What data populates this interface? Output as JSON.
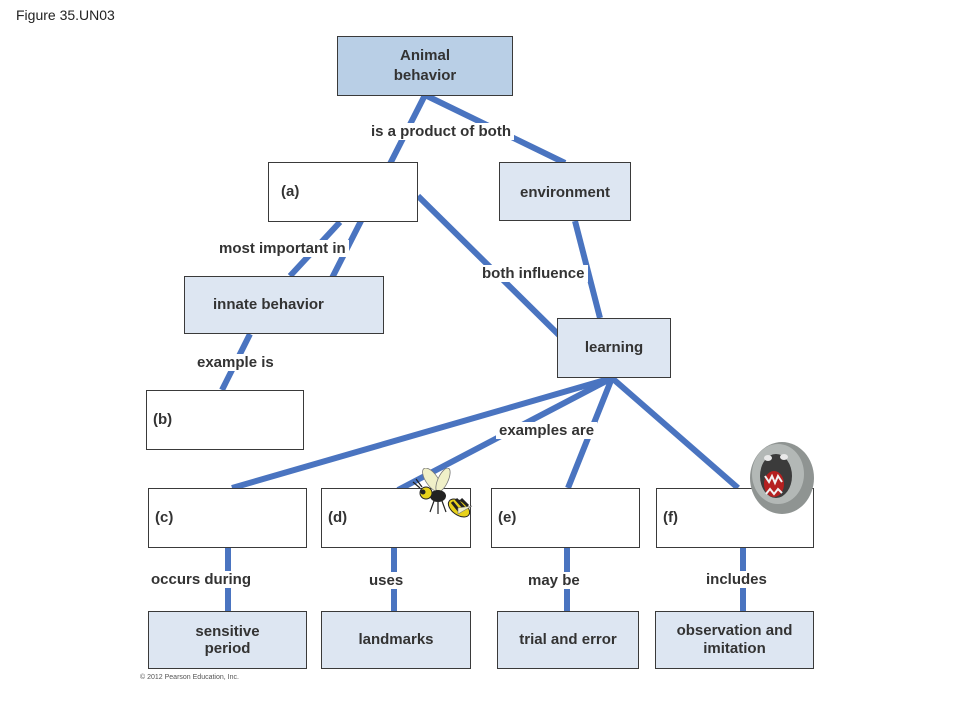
{
  "figure_label": "Figure 35.UN03",
  "nodes": {
    "animal_behavior": [
      "Animal",
      "behavior"
    ],
    "a": "(a)",
    "environment": "environment",
    "innate_behavior": "innate behavior",
    "learning": "learning",
    "b": "(b)",
    "c": "(c)",
    "d": "(d)",
    "e": "(e)",
    "f": "(f)",
    "sensitive_period": [
      "sensitive",
      "period"
    ],
    "landmarks": "landmarks",
    "trial_and_error": "trial and error",
    "observation_and_imitation": [
      "observation and",
      "imitation"
    ]
  },
  "link_labels": {
    "product_of_both": "is a product of both",
    "most_important_in": "most important in",
    "both_influence": "both influence",
    "example_is": "example is",
    "examples_are": "examples are",
    "occurs_during": "occurs during",
    "uses": "uses",
    "may_be": "may be",
    "includes": "includes"
  },
  "copyright": "© 2012 Pearson Education, Inc.",
  "colors": {
    "connector": "#4a74c0",
    "box_dark": "#b9cfe6",
    "box_light": "#dde6f2"
  },
  "icons": [
    "wasp-icon",
    "monkey-icon"
  ]
}
